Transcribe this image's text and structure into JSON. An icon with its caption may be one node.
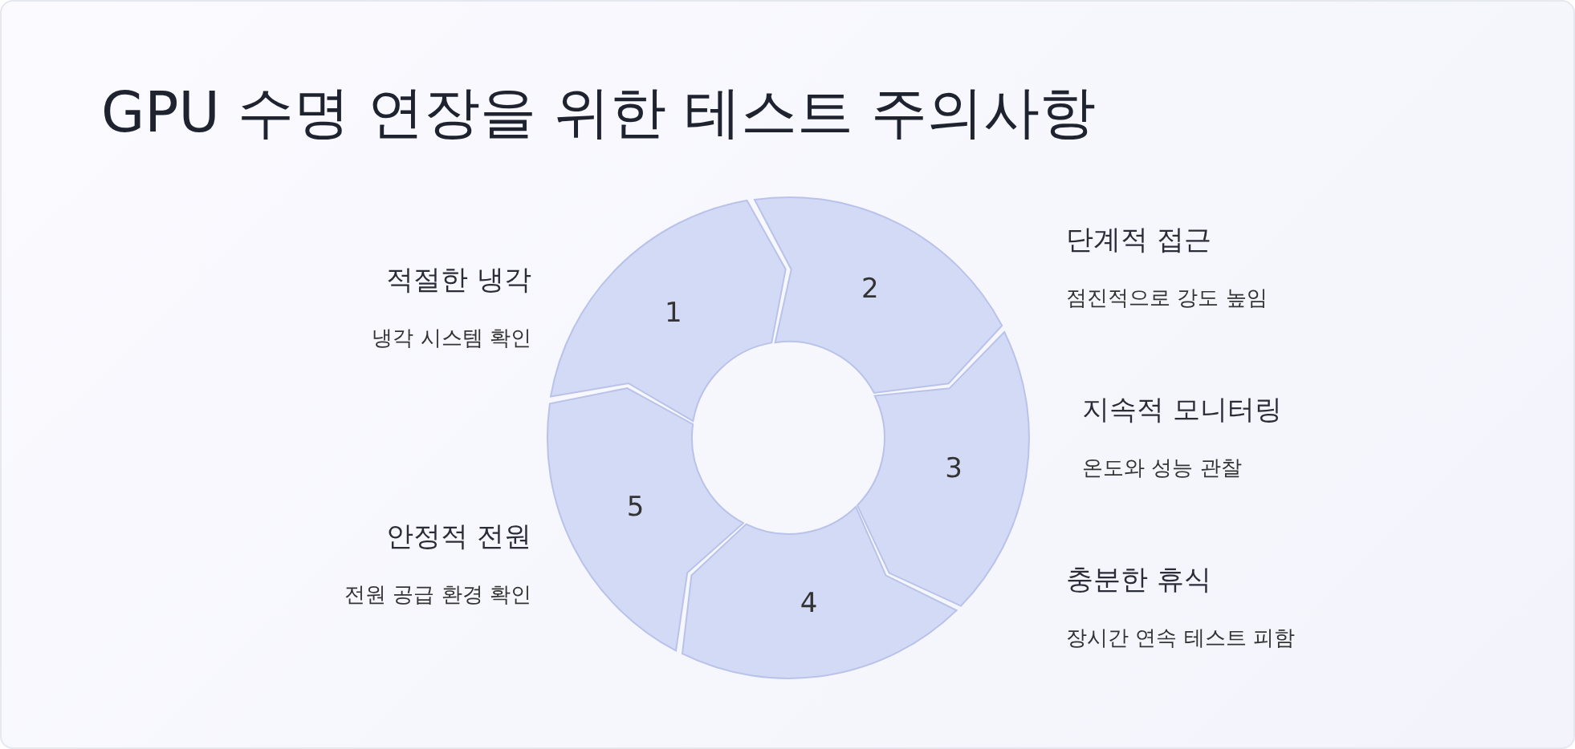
{
  "diagram": {
    "title": "GPU 수명 연장을 위한 테스트 주의사항",
    "nodes": [
      {
        "text": [
          "1"
        ],
        "beside": [
          "적절한 냉각",
          "냉각 시스템 확인"
        ]
      },
      {
        "text": [
          "2"
        ],
        "beside": [
          "단계적 접근",
          "점진적으로 강도 높임"
        ]
      },
      {
        "text": [
          "3"
        ],
        "beside": [
          "지속적 모니터링",
          "온도와 성능 관찰"
        ]
      },
      {
        "text": [
          "4"
        ],
        "beside": [
          "충분한 휴식",
          "장시간 연속 테스트 피함"
        ]
      },
      {
        "text": [
          "5"
        ],
        "beside": [
          "안정적 전원",
          "전원 공급 환경 확인"
        ]
      }
    ]
  }
}
